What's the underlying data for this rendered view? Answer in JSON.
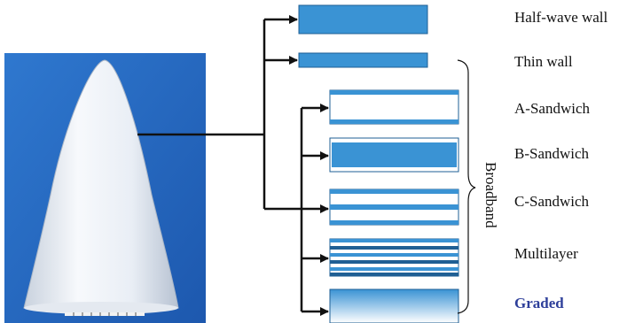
{
  "colors": {
    "layer_fill": "#3a93d4",
    "layer_edge": "#1f5f94",
    "line": "#111111",
    "graded_label": "#2e3f9a",
    "photo_background": "#2a6cc4",
    "radome_body": "#eef2f8"
  },
  "photo": {
    "subject_icon": "radome-nose-cone"
  },
  "wall_types": [
    {
      "label": "Half-wave wall"
    },
    {
      "label": "Thin wall"
    },
    {
      "label": "A-Sandwich"
    },
    {
      "label": "B-Sandwich"
    },
    {
      "label": "C-Sandwich"
    },
    {
      "label": "Multilayer"
    },
    {
      "label": "Graded"
    }
  ],
  "group": {
    "label": "Broadband"
  }
}
